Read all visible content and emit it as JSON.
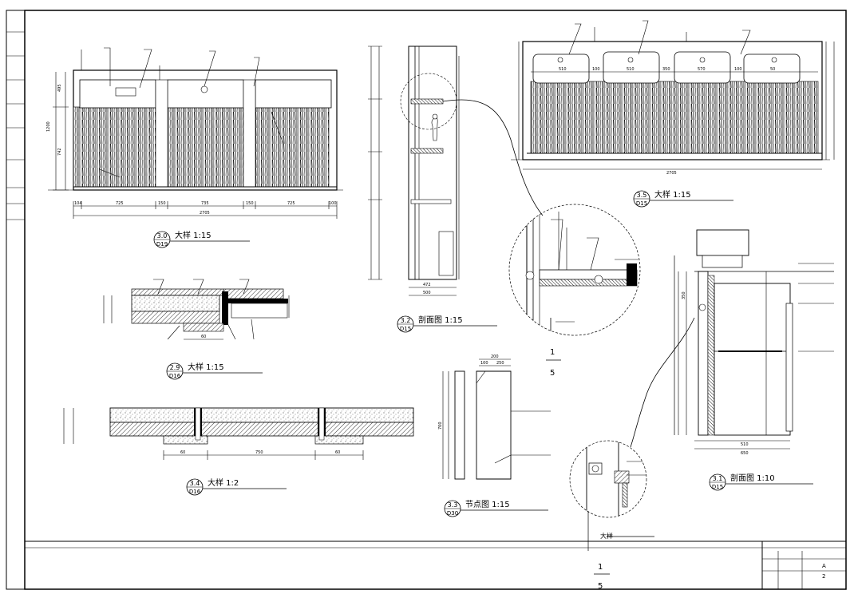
{
  "details": [
    {
      "id": "elevation-3-0",
      "num": "3.0",
      "ref": "D19",
      "title": "大样 1:15"
    },
    {
      "id": "section-3-2",
      "num": "3.2",
      "ref": "D15",
      "title": "剖面图 1:15"
    },
    {
      "id": "elevation-3-5",
      "num": "3.5",
      "ref": "D15",
      "title": "大样 1:15"
    },
    {
      "id": "detail-2-9",
      "num": "2.9",
      "ref": "D16",
      "title": "大样 1:15"
    },
    {
      "id": "detail-3-4",
      "num": "3.4",
      "ref": "D16",
      "title": "大样 1:2"
    },
    {
      "id": "node-3-3",
      "num": "3.3",
      "ref": "D30",
      "title": "节点图 1:15"
    },
    {
      "id": "section-3-1",
      "num": "3.1",
      "ref": "D15",
      "title": "剖面图 1:10"
    }
  ],
  "callouts": {
    "enlarge_marker": {
      "top": "1",
      "bottom": "5"
    },
    "bottom_marker": {
      "top": "1",
      "bottom": "5"
    },
    "bottom_note": "大样"
  },
  "dimensions": {
    "elev30_bottom": [
      "104",
      "725",
      "150",
      "735",
      "150",
      "725",
      "100"
    ],
    "elev30_total": "2705",
    "elev30_left": [
      "1200",
      "742",
      "495"
    ],
    "elev35_top": [
      "510",
      "100",
      "510",
      "350",
      "570",
      "100",
      "50"
    ],
    "elev35_total": "2705",
    "sec32_bottom": [
      "472",
      "500"
    ],
    "sec31_top": "350",
    "sec31_bottom": [
      "510",
      "650"
    ],
    "detail29_bottom": "60",
    "detail34_bottom": [
      "60",
      "750",
      "60"
    ],
    "node33_top": [
      "200",
      "100",
      "250"
    ],
    "node33_left": "700"
  },
  "title_block": {
    "sheet": "A",
    "no": "2"
  }
}
